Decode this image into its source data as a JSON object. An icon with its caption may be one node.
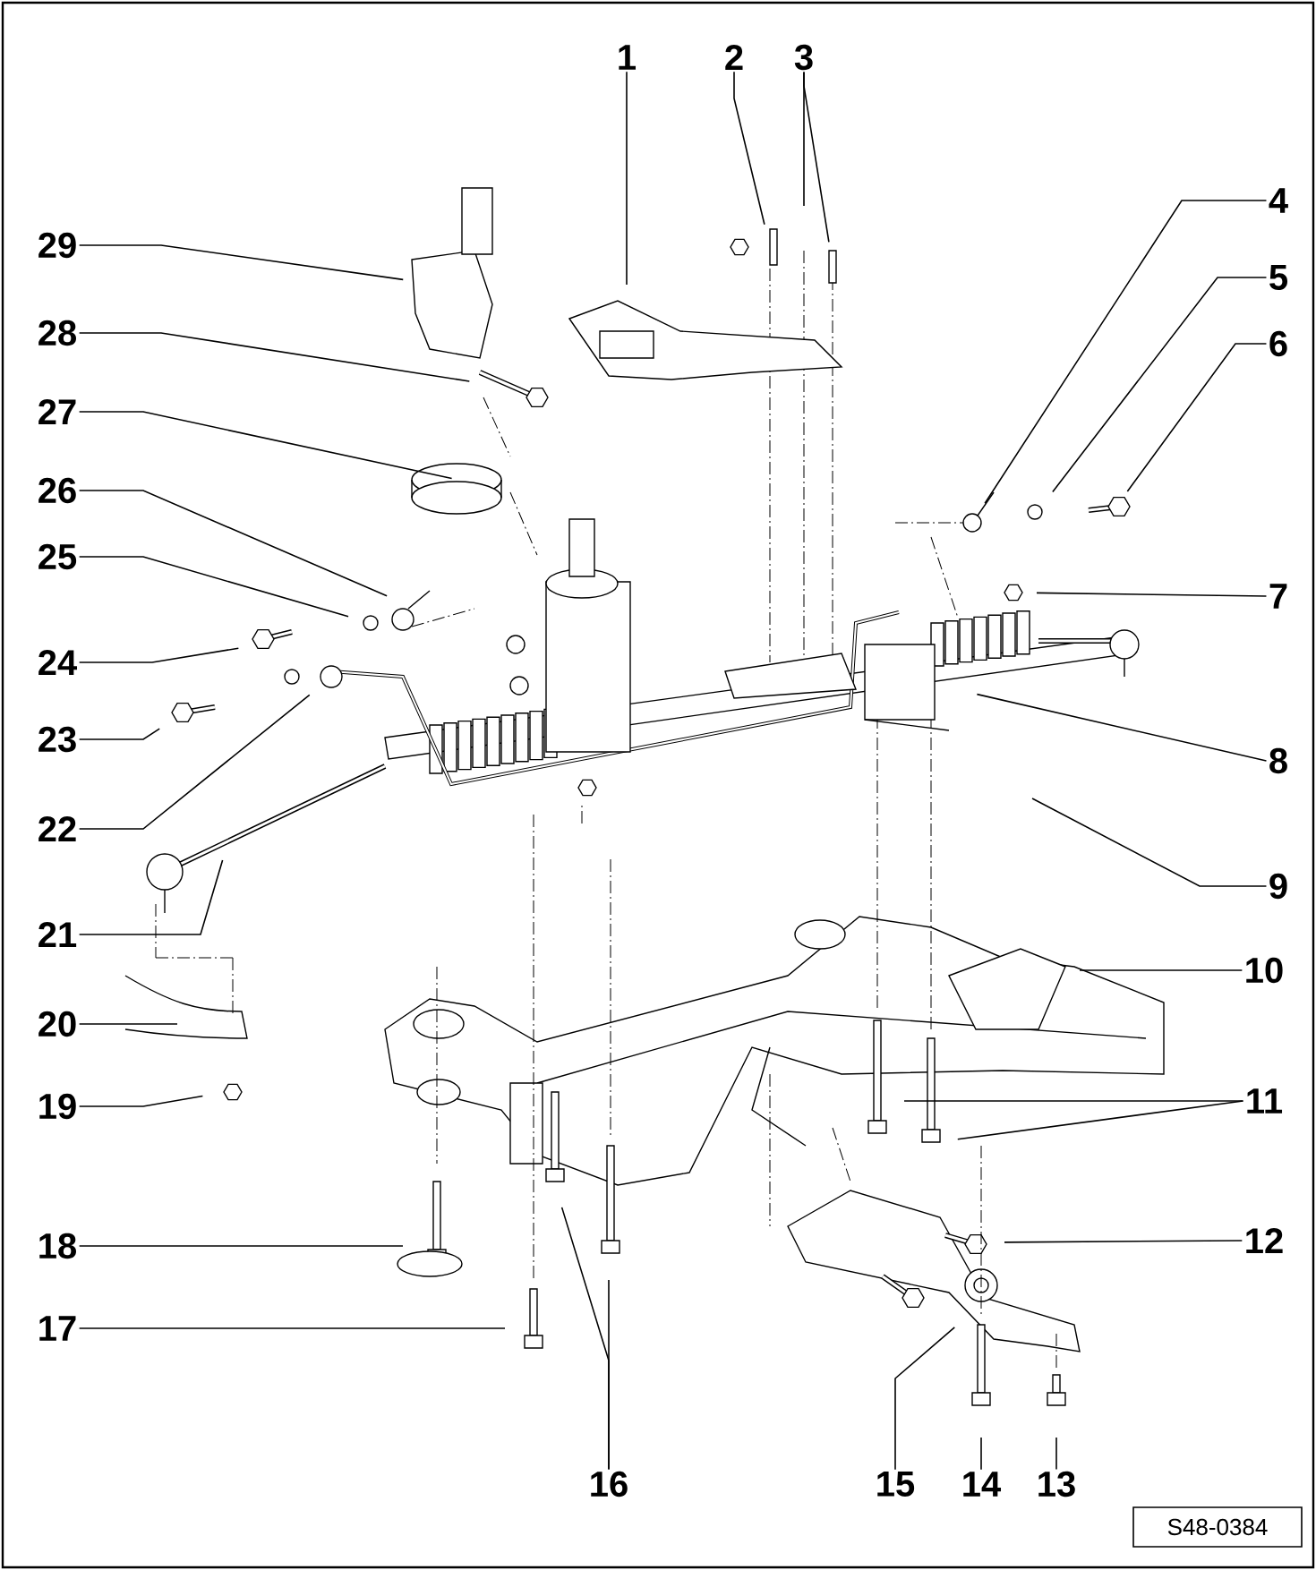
{
  "diagram": {
    "nodes": [
      {
        "text": [
          "1"
        ]
      },
      {
        "text": [
          "2"
        ]
      },
      {
        "text": [
          "3"
        ]
      },
      {
        "text": [
          "4"
        ]
      },
      {
        "text": [
          "5"
        ]
      },
      {
        "text": [
          "6"
        ]
      },
      {
        "text": [
          "7"
        ]
      },
      {
        "text": [
          "8"
        ]
      },
      {
        "text": [
          "9"
        ]
      },
      {
        "text": [
          "10"
        ]
      },
      {
        "text": [
          "11"
        ]
      },
      {
        "text": [
          "12"
        ]
      },
      {
        "text": [
          "13"
        ]
      },
      {
        "text": [
          "14"
        ]
      },
      {
        "text": [
          "15"
        ]
      },
      {
        "text": [
          "16"
        ]
      },
      {
        "text": [
          "17"
        ]
      },
      {
        "text": [
          "18"
        ]
      },
      {
        "text": [
          "19"
        ]
      },
      {
        "text": [
          "20"
        ]
      },
      {
        "text": [
          "21"
        ]
      },
      {
        "text": [
          "22"
        ]
      },
      {
        "text": [
          "23"
        ]
      },
      {
        "text": [
          "24"
        ]
      },
      {
        "text": [
          "25"
        ]
      },
      {
        "text": [
          "26"
        ]
      },
      {
        "text": [
          "27"
        ]
      },
      {
        "text": [
          "28"
        ]
      },
      {
        "text": [
          "29"
        ]
      }
    ],
    "edges": [
      {
        "from": 0,
        "to": null,
        "arrow": "none"
      },
      {
        "from": 1,
        "to": null,
        "arrow": "none"
      },
      {
        "from": 2,
        "to": null,
        "arrow": "none"
      },
      {
        "from": 2,
        "to": null,
        "arrow": "none"
      },
      {
        "from": 3,
        "to": null,
        "arrow": "none"
      },
      {
        "from": 4,
        "to": null,
        "arrow": "none"
      },
      {
        "from": 5,
        "to": null,
        "arrow": "none"
      },
      {
        "from": 6,
        "to": null,
        "arrow": "none"
      },
      {
        "from": 7,
        "to": null,
        "arrow": "none"
      },
      {
        "from": 8,
        "to": null,
        "arrow": "none"
      },
      {
        "from": 9,
        "to": null,
        "arrow": "none"
      },
      {
        "from": 10,
        "to": null,
        "arrow": "none"
      },
      {
        "from": 10,
        "to": null,
        "arrow": "none"
      },
      {
        "from": 11,
        "to": null,
        "arrow": "none"
      },
      {
        "from": 12,
        "to": null,
        "arrow": "none"
      },
      {
        "from": 13,
        "to": null,
        "arrow": "none"
      },
      {
        "from": 14,
        "to": null,
        "arrow": "none"
      },
      {
        "from": 15,
        "to": null,
        "arrow": "none"
      },
      {
        "from": 15,
        "to": null,
        "arrow": "none"
      },
      {
        "from": 16,
        "to": null,
        "arrow": "none"
      },
      {
        "from": 17,
        "to": null,
        "arrow": "none"
      },
      {
        "from": 18,
        "to": null,
        "arrow": "none"
      },
      {
        "from": 19,
        "to": null,
        "arrow": "none"
      },
      {
        "from": 20,
        "to": null,
        "arrow": "none"
      },
      {
        "from": 21,
        "to": null,
        "arrow": "none"
      },
      {
        "from": 22,
        "to": null,
        "arrow": "none"
      },
      {
        "from": 23,
        "to": null,
        "arrow": "none"
      },
      {
        "from": 24,
        "to": null,
        "arrow": "none"
      },
      {
        "from": 25,
        "to": null,
        "arrow": "none"
      },
      {
        "from": 26,
        "to": null,
        "arrow": "none"
      },
      {
        "from": 27,
        "to": null,
        "arrow": "none"
      },
      {
        "from": 28,
        "to": null,
        "arrow": "none"
      }
    ],
    "labels": [
      "S48-0384"
    ]
  }
}
